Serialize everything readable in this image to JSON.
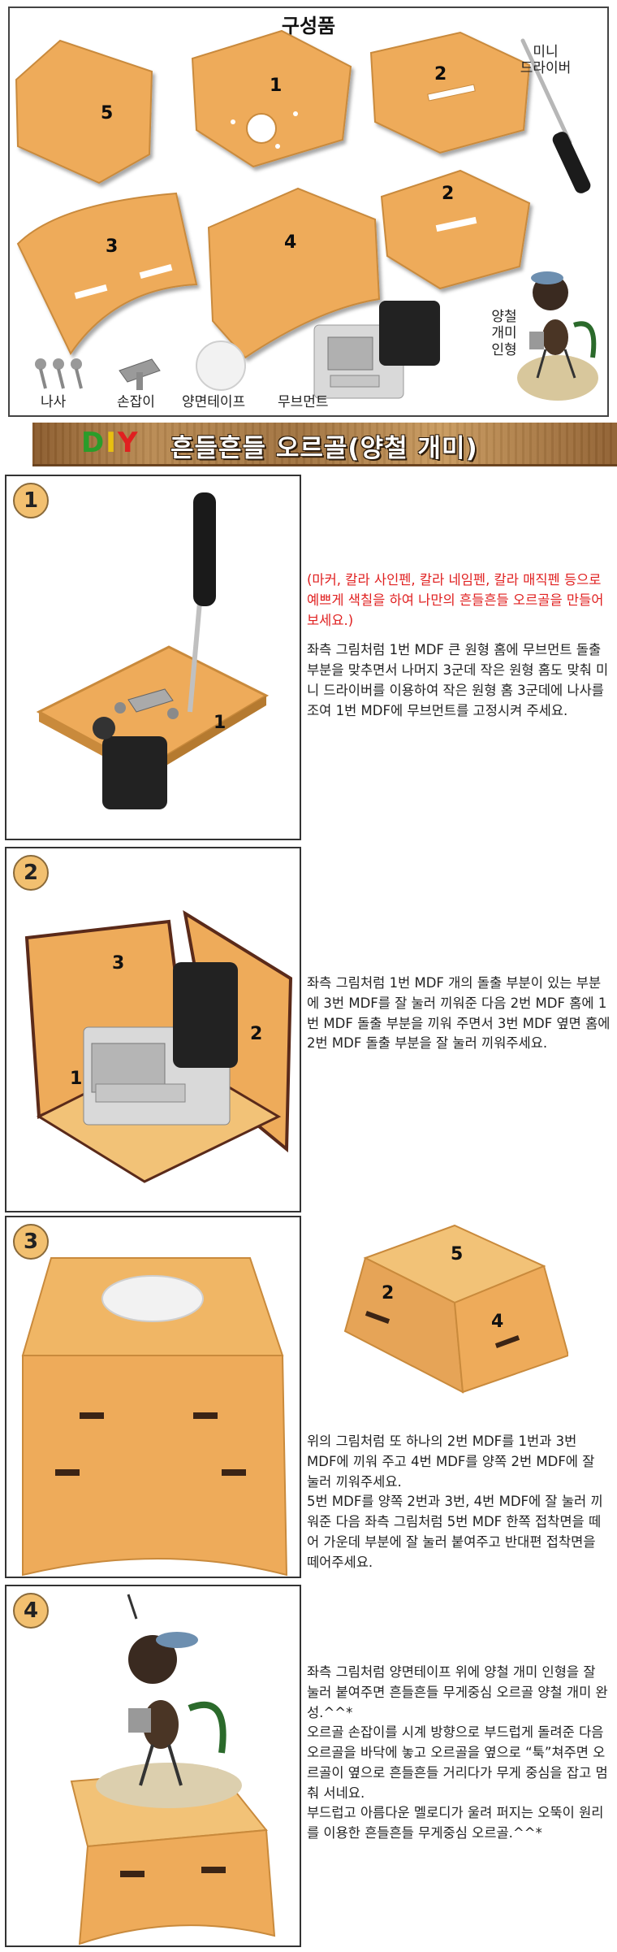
{
  "parts": {
    "title": "구성품",
    "panels": [
      "5",
      "1",
      "2",
      "3",
      "4",
      "2"
    ],
    "screwdriver_label": "미니\n드라이버",
    "ant_label": "양철\n개미\n인형",
    "items": [
      {
        "label": "나사",
        "icon": "screw-icon"
      },
      {
        "label": "손잡이",
        "icon": "winding-key-icon"
      },
      {
        "label": "양면테이프",
        "icon": "tape-disc-icon"
      },
      {
        "label": "무브먼트",
        "icon": "music-movement-icon"
      }
    ]
  },
  "banner": {
    "diy_letters": [
      "D",
      "I",
      "Y"
    ],
    "diy_colors": [
      "#2a9d2a",
      "#e8c010",
      "#e02020"
    ],
    "title": "흔들흔들 오르골(양철 개미)"
  },
  "steps": [
    {
      "number": "1",
      "note": "(마커, 칼라 사인펜, 칼라 네임펜, 칼라 매직펜 등으로 예쁘게 색칠을 하여 나만의 흔들흔들 오르골을 만들어 보세요.)",
      "text": "좌측 그림처럼 1번 MDF 큰 원형 홈에 무브먼트 돌출 부분을 맞추면서 나머지 3군데 작은 원형 홈도 맞춰 미니 드라이버를 이용하여 작은 원형 홈 3군데에 나사를 조여 1번 MDF에 무브먼트를 고정시켜 주세요.",
      "callouts": [
        "1"
      ]
    },
    {
      "number": "2",
      "text": "좌측 그림처럼 1번 MDF 개의 돌출 부분이 있는 부분에 3번 MDF를 잘 눌러 끼워준 다음 2번 MDF 홈에 1번 MDF 돌출 부분을 끼워 주면서 3번 MDF 옆면 홈에 2번 MDF 돌출 부분을 잘 눌러 끼워주세요.",
      "callouts": [
        "3",
        "2",
        "1"
      ]
    },
    {
      "number": "3",
      "text": "위의 그림처럼 또 하나의 2번 MDF를 1번과 3번 MDF에 끼워 주고 4번 MDF를 양쪽 2번 MDF에 잘 눌러 끼워주세요.\n5번 MDF를 양쪽 2번과 3번, 4번 MDF에 잘 눌러 끼워준 다음 좌측 그림처럼 5번 MDF 한쪽 접착면을 떼어 가운데 부분에 잘 눌러 붙여주고 반대편 접착면을 떼어주세요.",
      "callouts": [
        "5",
        "2",
        "4"
      ]
    },
    {
      "number": "4",
      "text": "좌측 그림처럼 양면테이프 위에 양철 개미 인형을 잘 눌러 붙여주면 흔들흔들 무게중심 오르골 양철 개미 완성.^^*\n오르골 손잡이를 시계 방향으로 부드럽게 돌려준 다음 오르골을 바닥에 놓고 오르골을 옆으로 “툭”쳐주면 오르골이 옆으로 흔들흔들 거리다가 무게 중심을 잡고 멈춰 서네요.\n부드럽고 아름다운 멜로디가 울려 퍼지는 오뚝이 원리를 이용한 흔들흔들 무게중심 오르골.^^*"
    }
  ],
  "colors": {
    "mdf": "#eeab5a",
    "mdf_edge": "#c98a3c",
    "note_red": "#e02020"
  }
}
